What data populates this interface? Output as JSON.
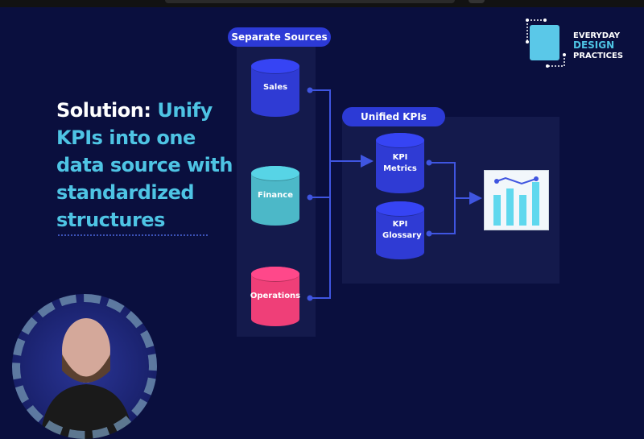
{
  "heading": {
    "prefix": "Solution:",
    "rest_line1": " Unify",
    "line2": "KPIs into one",
    "line3": "data source with",
    "line4": "standardized",
    "line5": "structures"
  },
  "separate_sources": {
    "label": "Separate Sources",
    "items": [
      "Sales",
      "Finance",
      "Operations"
    ]
  },
  "unified_kpis": {
    "label": "Unified KPIs",
    "items": [
      "KPI Metrics",
      "KPI Glossary"
    ]
  },
  "logo": {
    "line1": "EVERYDAY",
    "line2": "DESIGN",
    "line3": "PRACTICES"
  },
  "colors": {
    "background": "#0a0f3e",
    "accent": "#4ec4e4",
    "sales": "#2f3bd4",
    "finance": "#4cb8c8",
    "operations": "#ef3f78",
    "kpi": "#2f3bd4"
  }
}
